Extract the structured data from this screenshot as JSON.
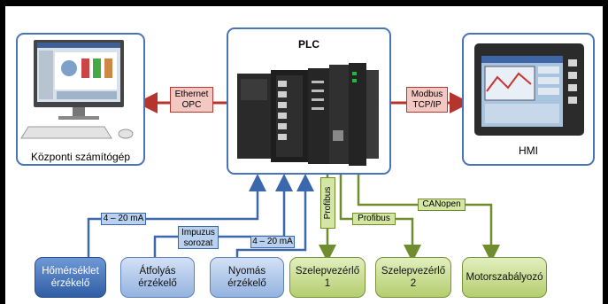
{
  "boxes": {
    "computer_label": "Központi számítógép",
    "plc_title": "PLC",
    "hmi_label": "HMI"
  },
  "links": {
    "ethernet": [
      "Ethernet",
      "OPC"
    ],
    "modbus": [
      "Modbus",
      "TCP/IP"
    ],
    "analog_1": "4 – 20 mA",
    "impulse": [
      "Impuzus",
      "sorozat"
    ],
    "analog_2": "4 – 20 mA",
    "profibus_1": "Profibus",
    "profibus_2": "Profibus",
    "canopen": "CANopen"
  },
  "devices": [
    {
      "line1": "Hőmérséklet",
      "line2": "érzékelő"
    },
    {
      "line1": "Átfolyás",
      "line2": "érzékelő"
    },
    {
      "line1": "Nyomás",
      "line2": "érzékelő"
    },
    {
      "line1": "Szelepvezérlő",
      "line2": "1"
    },
    {
      "line1": "Szelepvezérlő",
      "line2": "2"
    },
    {
      "line1": "Motorszabályozó",
      "line2": ""
    }
  ],
  "colors": {
    "ethernet_arrow": "#b5342b",
    "sensor_lines": "#3b68ad",
    "fieldbus_lines": "#6f8c2e"
  },
  "icons": [
    "computer-icon",
    "plc-icon",
    "hmi-panel-icon"
  ]
}
